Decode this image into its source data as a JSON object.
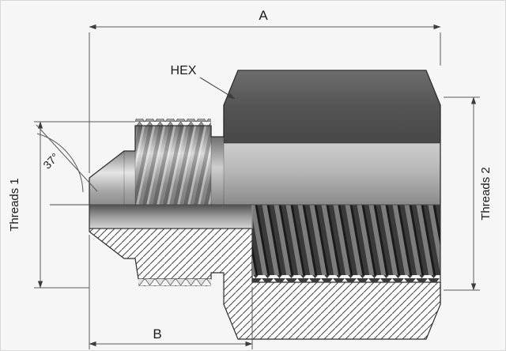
{
  "diagram": {
    "labels": {
      "dim_a": "A",
      "dim_b": "B",
      "hex_callout": "HEX",
      "flare_angle": "37°",
      "threads_left": "Threads 1",
      "threads_right": "Threads 2"
    },
    "colors": {
      "background": "#f6f6f6",
      "frame": "#d8d8d8",
      "outline": "#2f2f2f",
      "dimension_line": "#5a5a5a",
      "arrow": "#3c3c3c",
      "hatch_line": "#454545",
      "hex_top_flat": "#545454",
      "hex_mid_flat": "#b7b7b7",
      "female_thread_dark": "#3a3a3a",
      "bore_gray": "#9b9b9b"
    }
  }
}
